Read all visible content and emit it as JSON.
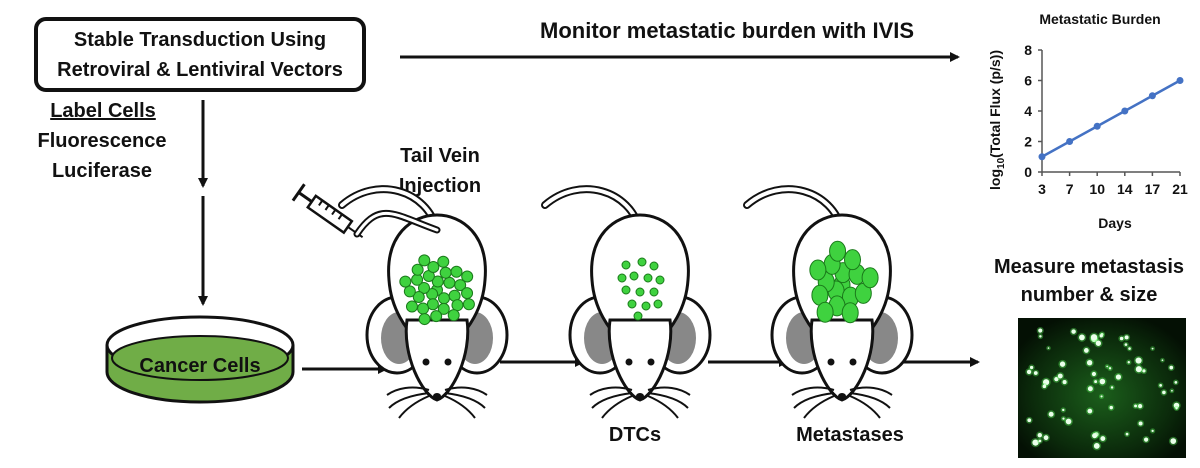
{
  "box": {
    "line1": "Stable Transduction Using",
    "line2": "Retroviral & Lentiviral Vectors"
  },
  "label_cells": {
    "heading": "Label Cells",
    "line1": "Fluorescence",
    "line2": "Luciferase"
  },
  "monitor_text": "Monitor metastatic burden with IVIS",
  "dish_label": "Cancer Cells",
  "tail_vein": {
    "line1": "Tail Vein",
    "line2": "Injection"
  },
  "dtcs_label": "DTCs",
  "metastases_label": "Metastases",
  "measure": {
    "line1": "Measure metastasis",
    "line2": "number & size"
  },
  "colors": {
    "cell_green": "#3fd23f",
    "dish_green": "#70ad47",
    "line_blue": "#4472c4"
  },
  "chart_data": {
    "type": "line",
    "title": "Metastatic Burden",
    "xlabel": "Days",
    "ylabel_main": "log",
    "ylabel_sub": "10",
    "ylabel_rest": "(Total Flux (p/s))",
    "x": [
      3,
      7,
      10,
      14,
      17,
      21
    ],
    "values": [
      1,
      2,
      3,
      4,
      5,
      6
    ],
    "ylim": [
      0,
      8
    ],
    "yticks": [
      0,
      2,
      4,
      6,
      8
    ],
    "grid": false
  }
}
